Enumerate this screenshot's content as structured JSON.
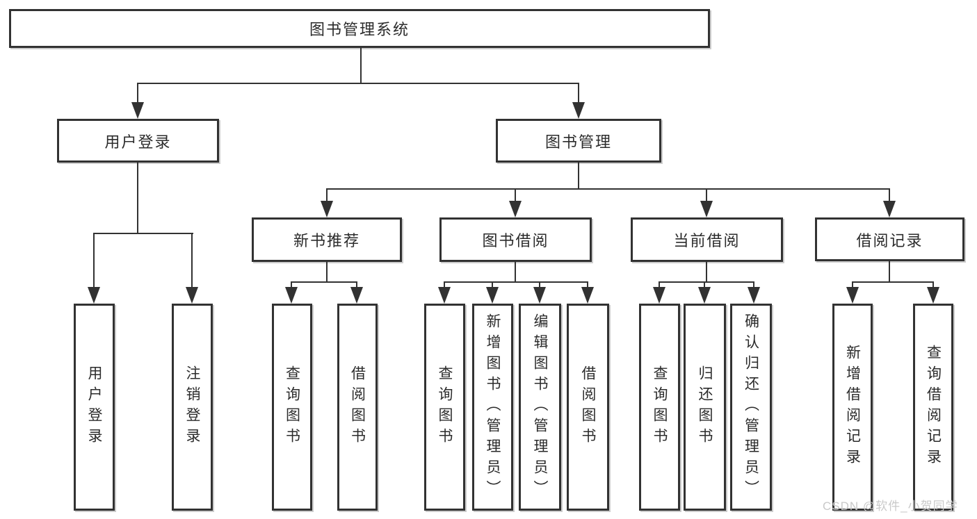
{
  "nodes": {
    "root": "图书管理系统",
    "user_login": "用户登录",
    "book_mgmt": "图书管理",
    "new_book_rec": "新书推荐",
    "book_borrow": "图书借阅",
    "current_borrow": "当前借阅",
    "borrow_record": "借阅记录",
    "leaf_user_login": "用户登录",
    "leaf_logout": "注销登录",
    "leaf_query_book_1": "查询图书",
    "leaf_borrow_book_1": "借阅图书",
    "leaf_query_book_2": "查询图书",
    "leaf_add_book_admin": "新增图书（管理员）",
    "leaf_edit_book_admin": "编辑图书（管理员）",
    "leaf_borrow_book_2": "借阅图书",
    "leaf_query_book_3": "查询图书",
    "leaf_return_book": "归还图书",
    "leaf_confirm_return_admin": "确认归还（管理员）",
    "leaf_add_borrow_record": "新增借阅记录",
    "leaf_query_borrow_record": "查询借阅记录"
  },
  "watermark": "CSDN @软件_小贺同学"
}
